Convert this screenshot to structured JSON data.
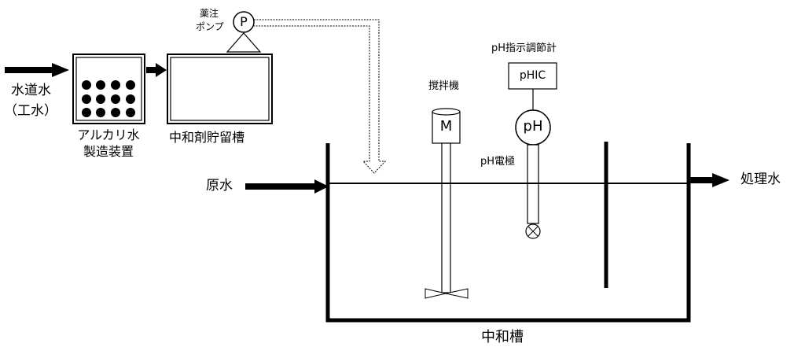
{
  "labels": {
    "tap_water_line1": "水道水",
    "tap_water_line2": "（工水）",
    "alkali_line1": "アルカリ水",
    "alkali_line2": "製造装置",
    "storage_tank": "中和剤貯留槽",
    "pump_line1": "薬注",
    "pump_line2": "ポンプ",
    "pump_symbol": "P",
    "ph_controller_title": "pH指示調節計",
    "phic": "pHIC",
    "stirrer": "撹拌機",
    "motor": "M",
    "ph_meter": "pH",
    "ph_electrode": "pH電極",
    "raw_water": "原水",
    "treated_water": "処理水",
    "neutralization_tank": "中和槽"
  }
}
